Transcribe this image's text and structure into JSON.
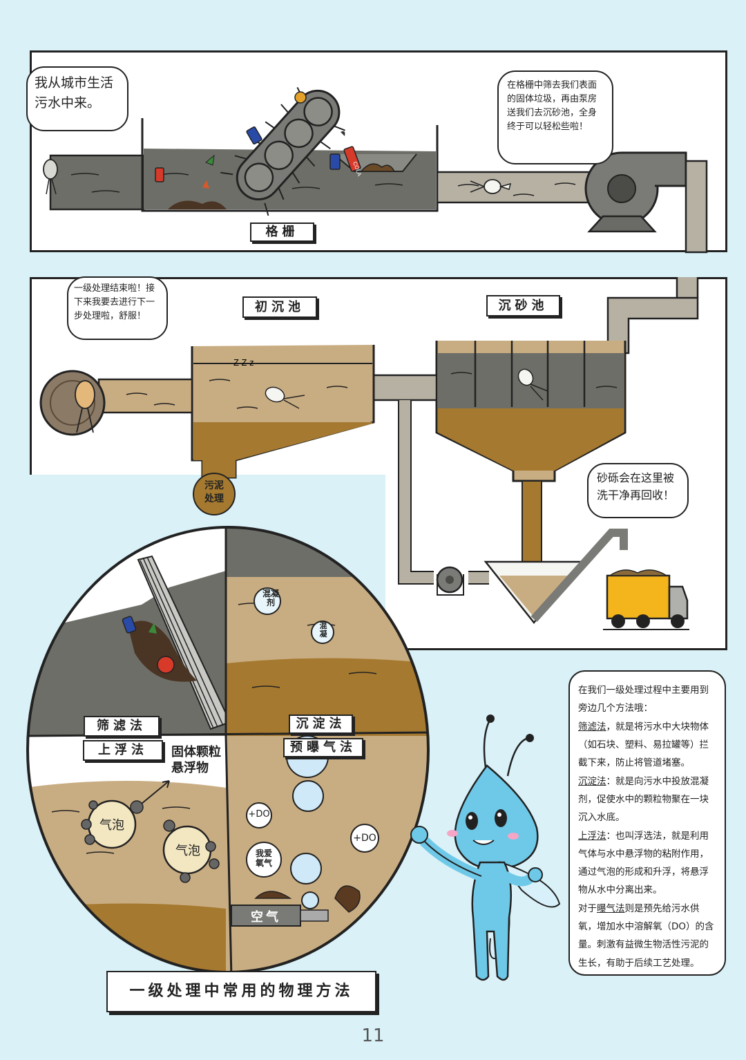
{
  "panel1": {
    "speech_intro": "我从城市生活\n污水中来。",
    "speech_screen": "在格栅中筛去我们表面\n的固体垃圾，再由泵房\n送我们去沉砂池，全身\n终于可以轻松些啦！",
    "label_grid": "格栅"
  },
  "panel2": {
    "speech_done": "一级处理结束啦！接\n下来我要去进行下一\n步处理啦，舒服！",
    "label_primary": "初沉池",
    "label_grit": "沉砂池",
    "sleep_text": "Z Z z",
    "sludge_label": "污泥\n处理",
    "speech_gravel": "砂砾会在这里被\n洗干净再回收！",
    "can_text": "COLA"
  },
  "circle": {
    "screen_label": "筛滤法",
    "settle_label": "沉淀法",
    "float_label": "上浮法",
    "aerate_label": "预曝气法",
    "coagulant_1": "混凝\n剂",
    "coagulant_2": "混\n凝",
    "float_note": "固体颗粒\n悬浮物",
    "bubble_1": "气泡",
    "bubble_2": "气泡",
    "do_1": "+DO",
    "do_2": "+DO",
    "love_oxygen": "我爱\n氧气",
    "air_label": "空气"
  },
  "title_box": "一级处理中常用的物理方法",
  "info": {
    "intro": "在我们一级处理过程中主要用到旁边几个方法哦：",
    "m1_name": "筛滤法",
    "m1_text": "，就是将污水中大块物体（如石块、塑料、易拉罐等）拦截下来，防止将管道堵塞。",
    "m2_name": "沉淀法",
    "m2_text": "：就是向污水中投放混凝剂，促使水中的颗粒物聚在一块沉入水底。",
    "m3_name": "上浮法",
    "m3_text": "：也叫浮选法，就是利用气体与水中悬浮物的粘附作用，通过气泡的形成和升浮，将悬浮物从水中分离出来。",
    "m4_pre": "对于",
    "m4_name": "曝气法",
    "m4_text": "则是预先给污水供氧，增加水中溶解氧（DO）的含量。刺激有益微生物活性污泥的生长，有助于后续工艺处理。"
  },
  "page_number": "11",
  "colors": {
    "background": "#d9f1f7",
    "gray_water": "#6e6e68",
    "tan_water": "#c9ad82",
    "sludge": "#a5792f",
    "pipe": "#b7b1a4",
    "drop_blue": "#6ec9e8",
    "truck": "#f4b51c"
  }
}
